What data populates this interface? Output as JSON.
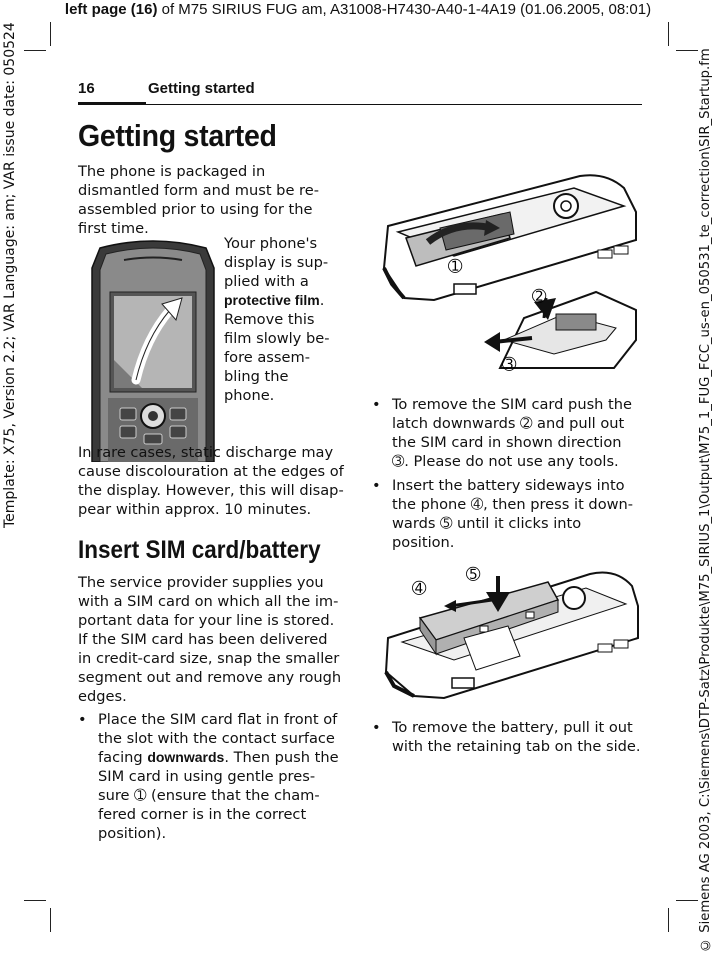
{
  "print_header": {
    "bold": "left page (16)",
    "rest": " of M75 SIRIUS FUG am, A31008-H7430-A40-1-4A19 (01.06.2005, 08:01)"
  },
  "side_left": "Template: X75, Version 2.2; VAR Language: am; VAR issue date: 050524",
  "side_right": "© Siemens AG 2003, C:\\Siemens\\DTP-Satz\\Produkte\\M75_SIRIUS_1\\Output\\M75_1_FUG_FCC_us-en_050531_te_correction\\SIR_Startup.fm",
  "page_number": "16",
  "running_head": "Getting started",
  "title": "Getting started",
  "intro": "The phone is packaged in dismantled form and must be re-assembled prior to using for the first time.",
  "film_note": {
    "before": "Your phone's display is sup-plied with a ",
    "bold": "protective film",
    "after": ". Remove this film slowly be-fore assem-bling the phone."
  },
  "discharge_note": "In rare cases, static discharge may cause discolouration at the edges of the display. However, this will disap-pear within approx. 10 minutes.",
  "section_title": "Insert SIM card/battery",
  "section_intro": "The service provider supplies you with a SIM card on which all the im-portant data for your line is stored. If the SIM card has been delivered in credit-card size, snap the smaller segment out and remove any rough edges.",
  "bullet_place": {
    "before": "Place the SIM card flat in front of the slot with the contact surface facing ",
    "bold": "downwards",
    "after": ". Then push the SIM card in using gentle pres-sure ➀ (ensure that the cham-fered corner is in the correct position)."
  },
  "bullet_remove_sim": "To remove the SIM card push the latch downwards ➁ and pull out the SIM card in shown direction ➂. Please do not use any tools.",
  "bullet_insert_battery": "Insert the battery sideways into the phone ➃, then press it down-wards ➄ until it clicks into position.",
  "bullet_remove_battery": "To remove the battery, pull it out with the retaining tab on the side.",
  "figure_labels": {
    "step1": "➀",
    "step2": "➁",
    "step3": "➂",
    "step4": "➃",
    "step5": "➄"
  }
}
